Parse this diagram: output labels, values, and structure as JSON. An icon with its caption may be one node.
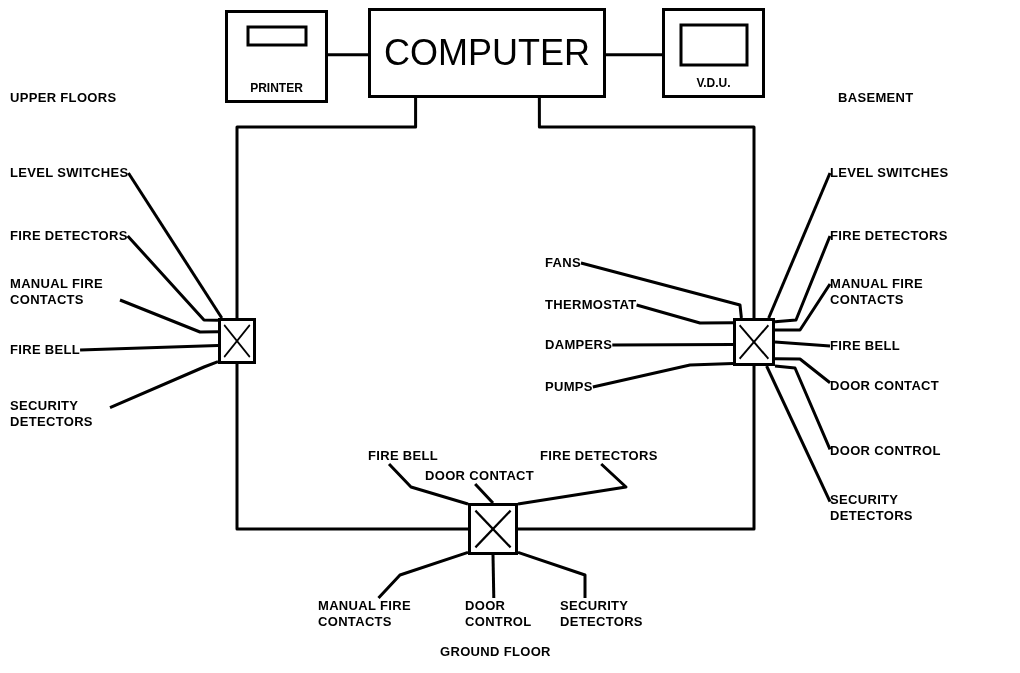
{
  "diagram": {
    "nodes": [
      {
        "text": [
          "PRINTER"
        ]
      },
      {
        "text": [
          "COMPUTER"
        ]
      },
      {
        "text": [
          "V.D.U."
        ]
      },
      {
        "text": [
          "LEVEL SWITCHES"
        ]
      },
      {
        "text": [
          "FIRE DETECTORS"
        ]
      },
      {
        "text": [
          "MANUAL FIRE CONTACTS"
        ]
      },
      {
        "text": [
          "FIRE BELL"
        ]
      },
      {
        "text": [
          "SECURITY DETECTORS"
        ]
      },
      {
        "text": [],
        "shape": "box"
      },
      {
        "text": [
          "LEVEL SWITCHES"
        ]
      },
      {
        "text": [
          "FIRE DETECTORS"
        ]
      },
      {
        "text": [
          "FANS"
        ]
      },
      {
        "text": [
          "MANUAL FIRE CONTACTS"
        ]
      },
      {
        "text": [
          "THERMOSTAT"
        ]
      },
      {
        "text": [
          "DAMPERS"
        ]
      },
      {
        "text": [
          "FIRE BELL"
        ]
      },
      {
        "text": [
          "PUMPS"
        ]
      },
      {
        "text": [
          "DOOR CONTACT"
        ]
      },
      {
        "text": [],
        "shape": "box"
      },
      {
        "text": [
          "DOOR CONTROL"
        ]
      },
      {
        "text": [
          "SECURITY DETECTORS"
        ]
      },
      {
        "text": [
          "FIRE BELL"
        ]
      },
      {
        "text": [
          "FIRE DETECTORS"
        ]
      },
      {
        "text": [
          "DOOR CONTACT"
        ]
      },
      {
        "text": [],
        "shape": "box"
      },
      {
        "text": [
          "MANUAL FIRE CONTACTS"
        ]
      },
      {
        "text": [
          "DOOR CONTROL"
        ]
      },
      {
        "text": [
          "SECURITY DETECTORS"
        ]
      }
    ],
    "edges": [
      {
        "from": 0,
        "to": 1,
        "arrow": "none"
      },
      {
        "from": 1,
        "to": 2,
        "arrow": "none"
      },
      {
        "from": 1,
        "to": 8,
        "arrow": "none"
      },
      {
        "from": 1,
        "to": 18,
        "arrow": "none"
      },
      {
        "from": 8,
        "to": 24,
        "arrow": "none"
      },
      {
        "from": 18,
        "to": 24,
        "arrow": "none"
      },
      {
        "from": 3,
        "to": 8,
        "arrow": "none"
      },
      {
        "from": 4,
        "to": 8,
        "arrow": "none"
      },
      {
        "from": 5,
        "to": 8,
        "arrow": "none"
      },
      {
        "from": 6,
        "to": 8,
        "arrow": "none"
      },
      {
        "from": 7,
        "to": 8,
        "arrow": "none"
      },
      {
        "from": 9,
        "to": 18,
        "arrow": "none"
      },
      {
        "from": 10,
        "to": 18,
        "arrow": "none"
      },
      {
        "from": 11,
        "to": 18,
        "arrow": "none"
      },
      {
        "from": 12,
        "to": 18,
        "arrow": "none"
      },
      {
        "from": 13,
        "to": 18,
        "arrow": "none"
      },
      {
        "from": 14,
        "to": 18,
        "arrow": "none"
      },
      {
        "from": 15,
        "to": 18,
        "arrow": "none"
      },
      {
        "from": 16,
        "to": 18,
        "arrow": "none"
      },
      {
        "from": 17,
        "to": 18,
        "arrow": "none"
      },
      {
        "from": 19,
        "to": 18,
        "arrow": "none"
      },
      {
        "from": 20,
        "to": 18,
        "arrow": "none"
      },
      {
        "from": 21,
        "to": 24,
        "arrow": "none"
      },
      {
        "from": 22,
        "to": 24,
        "arrow": "none"
      },
      {
        "from": 23,
        "to": 24,
        "arrow": "none"
      },
      {
        "from": 25,
        "to": 24,
        "arrow": "none"
      },
      {
        "from": 26,
        "to": 24,
        "arrow": "none"
      },
      {
        "from": 27,
        "to": 24,
        "arrow": "none"
      }
    ],
    "labels": [
      "UPPER FLOORS",
      "BASEMENT",
      "GROUND FLOOR"
    ]
  }
}
